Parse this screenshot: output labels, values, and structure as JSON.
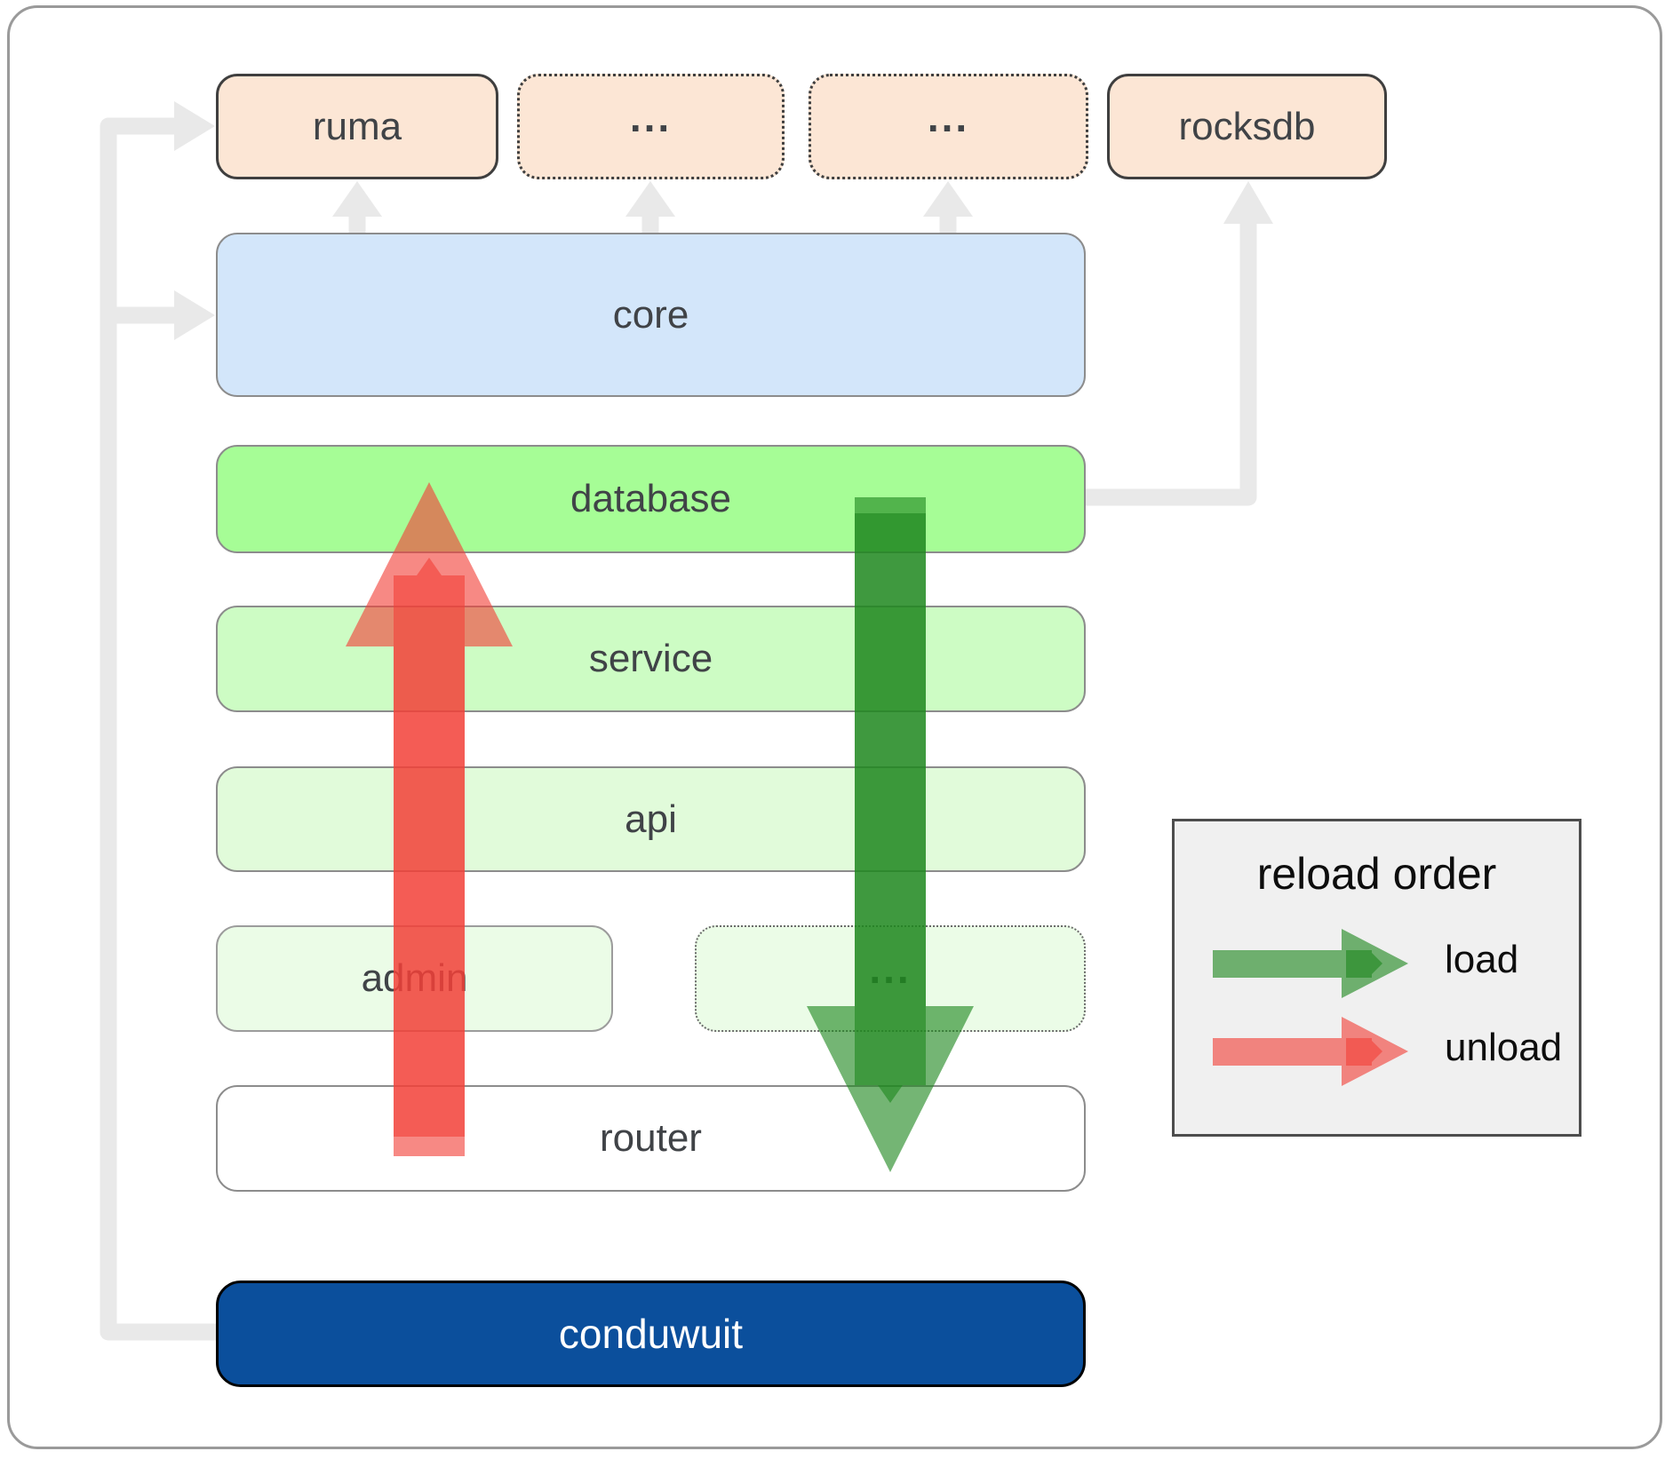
{
  "boxes": {
    "ruma": "ruma",
    "dots1": "...",
    "dots2": "...",
    "rocksdb": "rocksdb",
    "core": "core",
    "database": "database",
    "service": "service",
    "api": "api",
    "admin": "admin",
    "dots3": "...",
    "router": "router",
    "conduwuit": "conduwuit"
  },
  "legend": {
    "title": "reload order",
    "load_label": "load",
    "unload_label": "unload"
  },
  "colors": {
    "peach": "#fce6d5",
    "blue": "#d3e6fa",
    "green1": "#a6fd96",
    "green2": "#cdfcc4",
    "green3": "#e1fbda",
    "green4": "#ebfce7",
    "navy": "#0b4f9c",
    "gray": "#e9e9e9",
    "red": "#f24038",
    "green": "#1e871e",
    "legendbg": "#f0f0f0"
  }
}
